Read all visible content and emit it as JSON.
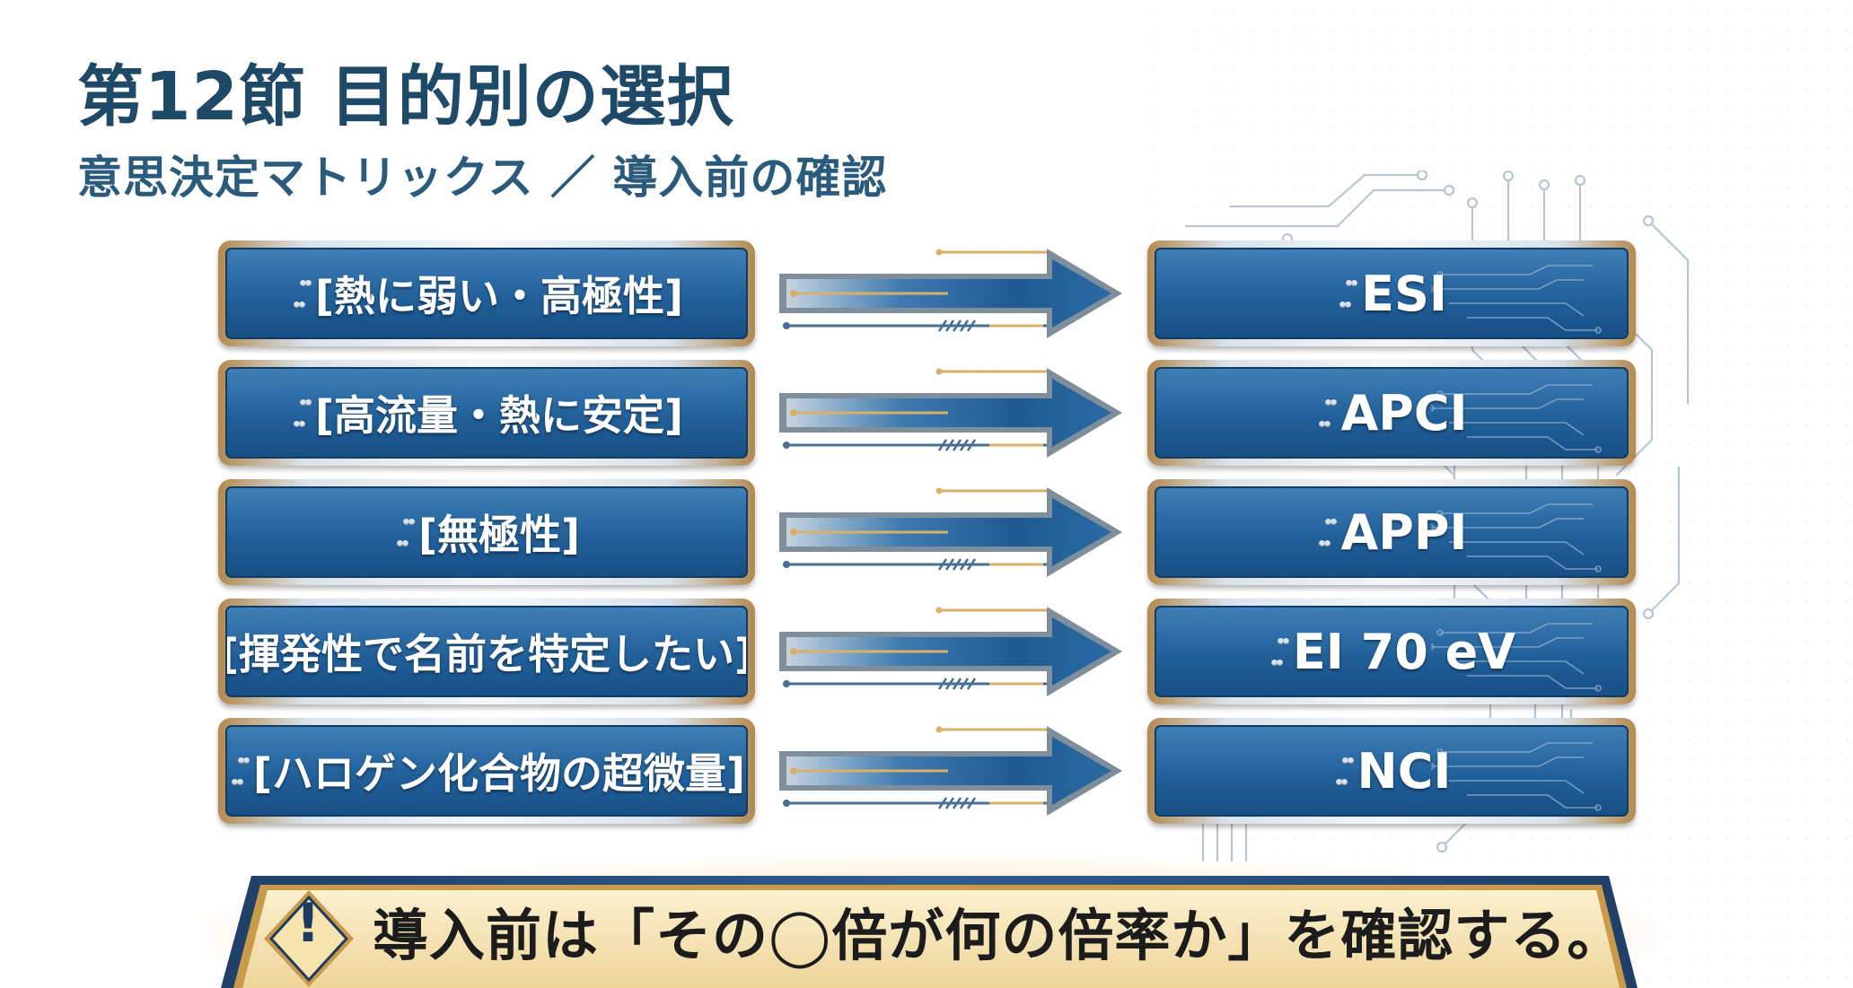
{
  "header": {
    "title": "第12節 目的別の選択",
    "subtitle": "意思決定マトリックス ／ 導入前の確認"
  },
  "matrix": [
    {
      "condition": "[熱に弱い・高極性]",
      "method": "ESI"
    },
    {
      "condition": "[高流量・熱に安定]",
      "method": "APCI"
    },
    {
      "condition": "[無極性]",
      "method": "APPI"
    },
    {
      "condition": "[揮発性で名前を特定したい]",
      "method": "EI 70 eV"
    },
    {
      "condition": "[ハロゲン化合物の超微量]",
      "method": "NCI"
    }
  ],
  "callout": {
    "icon": "warning-icon",
    "mark": "!",
    "text": "導入前は「その◯倍が何の倍率か」を確認する。"
  },
  "colors": {
    "title": "#1f4a67",
    "panel_blue": "#22609a",
    "gold": "#c9a25a",
    "callout_bg": "#f4e2b0"
  }
}
